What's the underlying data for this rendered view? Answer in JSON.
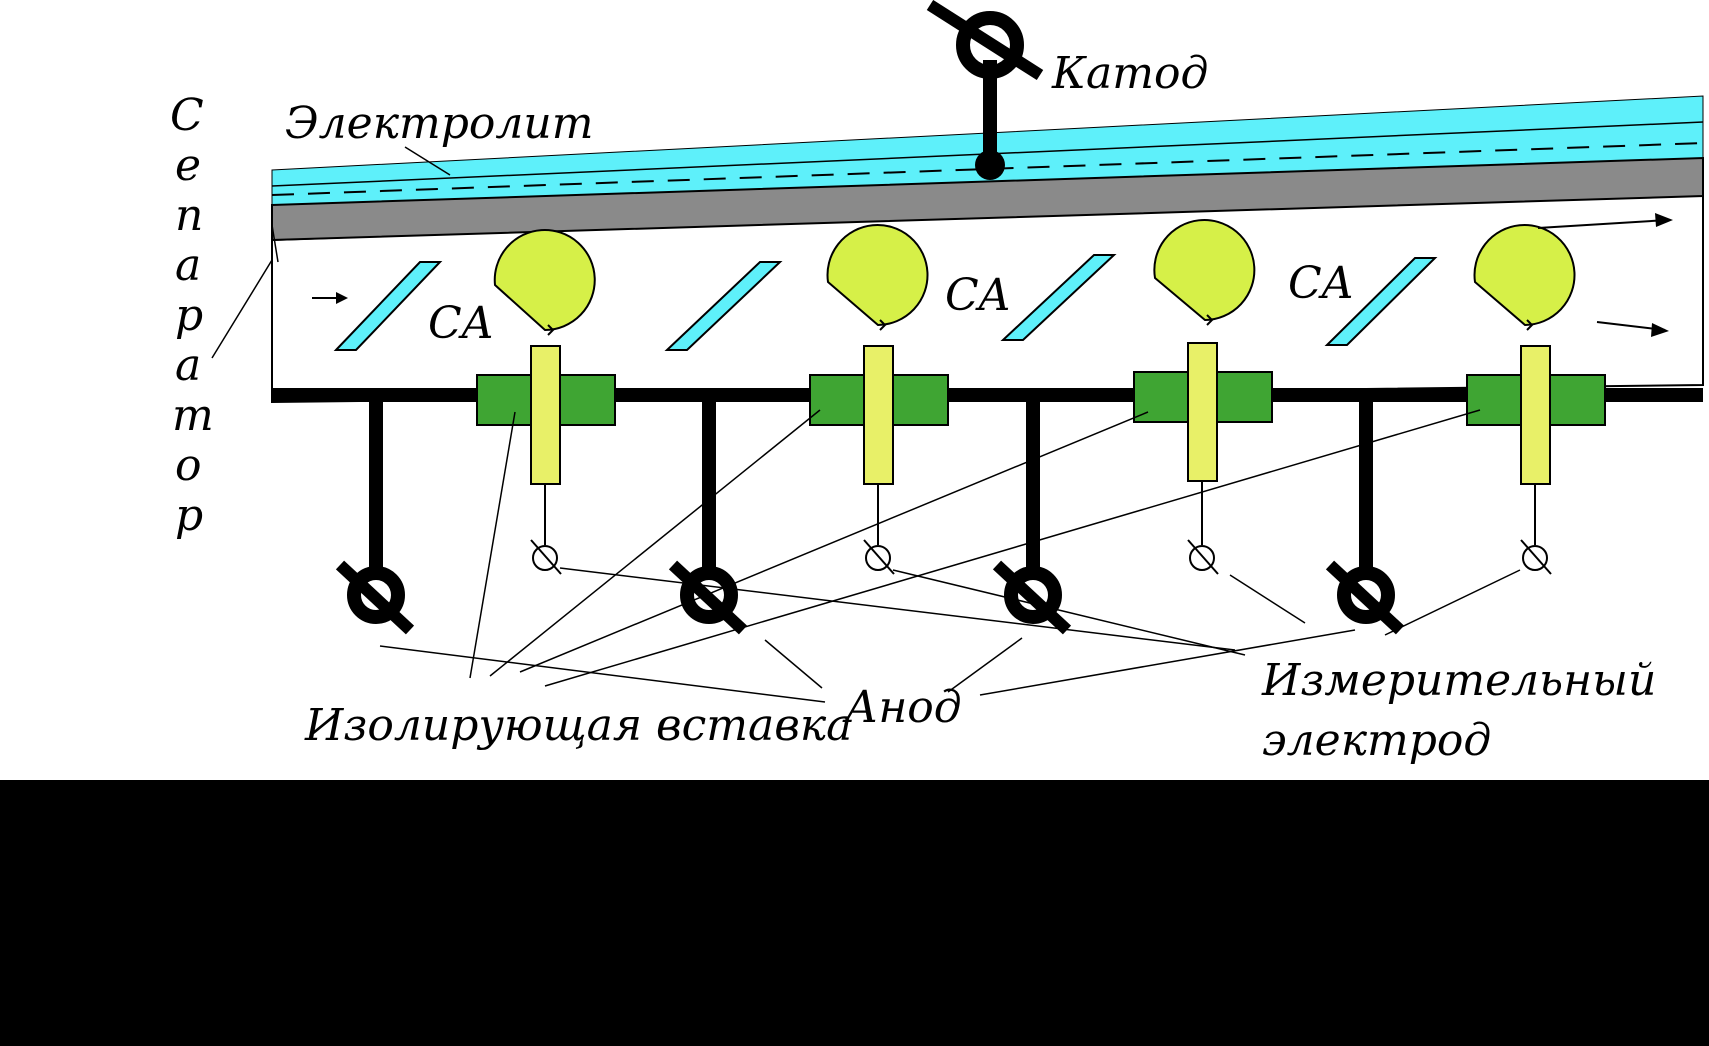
{
  "labels": {
    "cathode": "Катод",
    "electrolyte": "Электролит",
    "separator_letters": [
      "С",
      "е",
      "п",
      "а",
      "р",
      "а",
      "т",
      "о",
      "р"
    ],
    "ca": [
      "CA",
      "CA",
      "CA"
    ],
    "insulating_insert": "Изолирующая вставка",
    "anode": "Анод",
    "measuring_electrode_line1": "Измерительный",
    "measuring_electrode_line2": "электрод"
  },
  "colors": {
    "background": "#000000",
    "white_zone": "#ffffff",
    "electrolyte": "#5ef0fa",
    "separator": "#8a8a8a",
    "insert": "#3fa533",
    "probe": "#e8f068",
    "bubble": "#d6f048",
    "anode_terminal": "#000000"
  },
  "structure": {
    "stage_count": 4
  }
}
